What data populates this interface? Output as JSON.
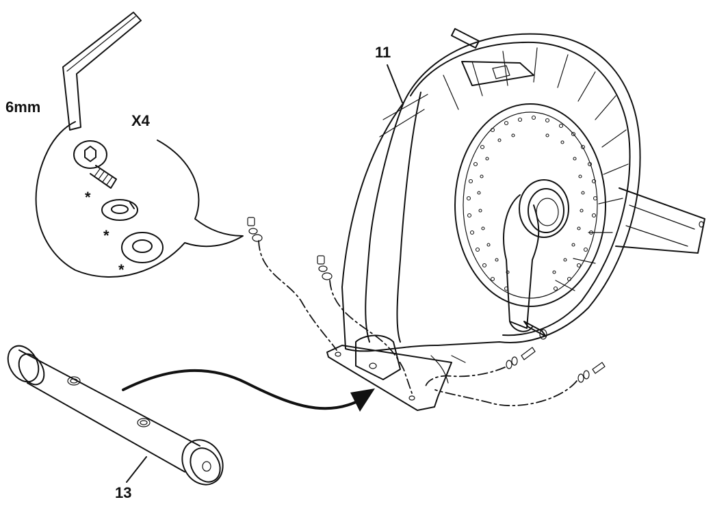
{
  "labels": {
    "tool_size": "6mm",
    "quantity": "X4",
    "part_a": "11",
    "part_b": "13",
    "asterisk": "*"
  }
}
